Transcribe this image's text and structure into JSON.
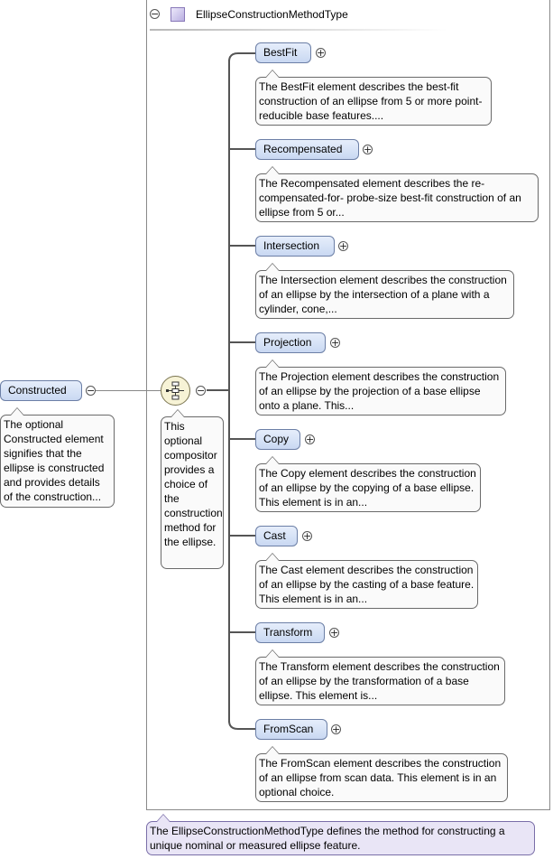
{
  "type": {
    "title": "EllipseConstructionMethodType",
    "collapse_symbol": "⊖",
    "doc": "The EllipseConstructionMethodType defines the method for constructing a unique nominal or measured ellipse feature."
  },
  "root": {
    "label": "Constructed",
    "doc": "The optional Constructed element signifies that the ellipse is constructed and provides details of the construction..."
  },
  "compositor": {
    "kind": "choice",
    "doc": "This optional compositor provides a choice of the construction method for the ellipse."
  },
  "children": [
    {
      "label": "BestFit",
      "doc": "The BestFit element describes the best-fit construction of an ellipse from 5 or more point-reducible base features...."
    },
    {
      "label": "Recompensated",
      "doc": "The Recompensated element describes the re-compensated-for- probe-size best-fit construction of an ellipse from 5 or..."
    },
    {
      "label": "Intersection",
      "doc": "The Intersection element describes the construction of an ellipse by the intersection of a plane with a cylinder, cone,..."
    },
    {
      "label": "Projection",
      "doc": "The Projection element describes the construction of an ellipse by the projection of a base ellipse onto a plane. This..."
    },
    {
      "label": "Copy",
      "doc": "The Copy element describes the construction of an ellipse by the copying of a base ellipse. This element is in an..."
    },
    {
      "label": "Cast",
      "doc": "The Cast element describes the construction of an ellipse by the casting of a base feature. This element is in an..."
    },
    {
      "label": "Transform",
      "doc": "The Transform element describes the construction of an ellipse by the transformation of a base ellipse. This element is..."
    },
    {
      "label": "FromScan",
      "doc": "The FromScan element describes the construction of an ellipse from scan data. This element is in an optional choice."
    }
  ],
  "colors": {
    "element_fill": "#c9d8f2",
    "element_border": "#6c7fa6",
    "type_fill": "#e9e5f6",
    "compositor_fill": "#f7f3d6"
  }
}
